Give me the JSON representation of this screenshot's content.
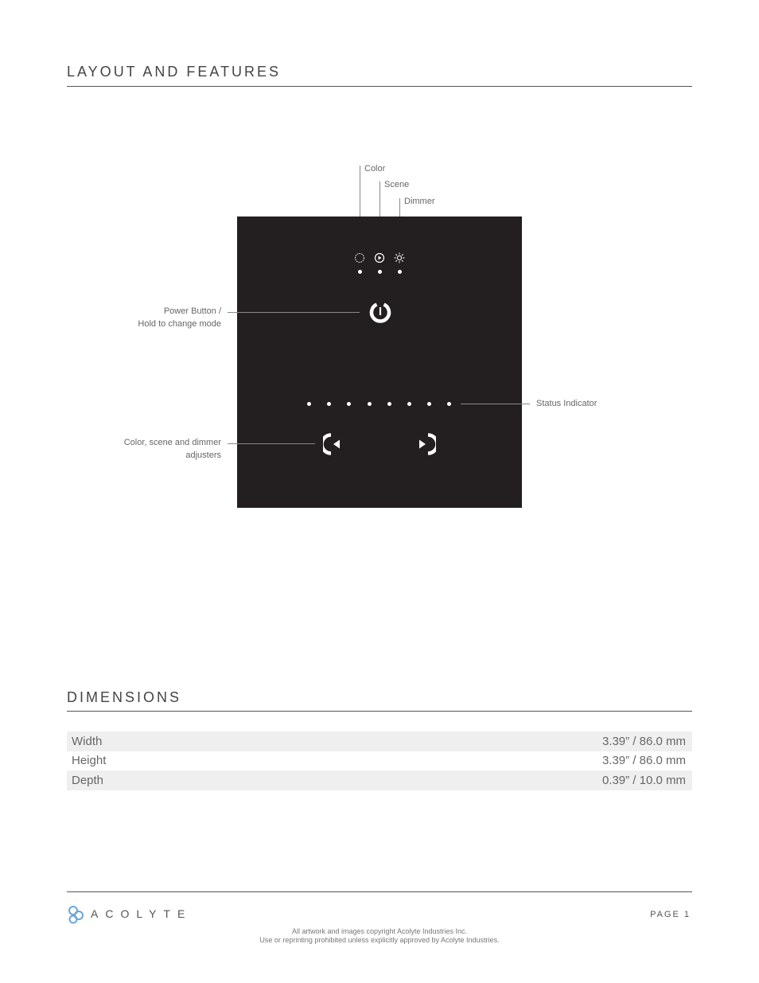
{
  "sections": {
    "layout_title": "LAYOUT AND FEATURES",
    "dimensions_title": "DIMENSIONS"
  },
  "callouts": {
    "color": "Color",
    "scene": "Scene",
    "dimmer": "Dimmer",
    "power_line1": "Power Button /",
    "power_line2": "Hold to change mode",
    "status": "Status Indicator",
    "adjusters_line1": "Color, scene and dimmer",
    "adjusters_line2": "adjusters"
  },
  "icons": {
    "mode": [
      "color-ring-icon",
      "scene-play-icon",
      "dimmer-sun-icon"
    ],
    "power": "power-icon",
    "left": "left-arrow-icon",
    "right": "right-arrow-icon"
  },
  "status_indicator_count": 8,
  "dimensions": [
    {
      "label": "Width",
      "value": "3.39” / 86.0 mm"
    },
    {
      "label": "Height",
      "value": "3.39” / 86.0 mm"
    },
    {
      "label": "Depth",
      "value": "0.39” / 10.0 mm"
    }
  ],
  "footer": {
    "brand": "ACOLYTE",
    "page": "PAGE 1",
    "copyright_line1": "All artwork and images copyright Acolyte Industries Inc.",
    "copyright_line2": "Use or reprinting prohibited unless explicitly approved by Acolyte Industries."
  },
  "colors": {
    "panel": "#231f20",
    "icon": "#ffffff",
    "logo_accent": "#6aa6d8"
  }
}
